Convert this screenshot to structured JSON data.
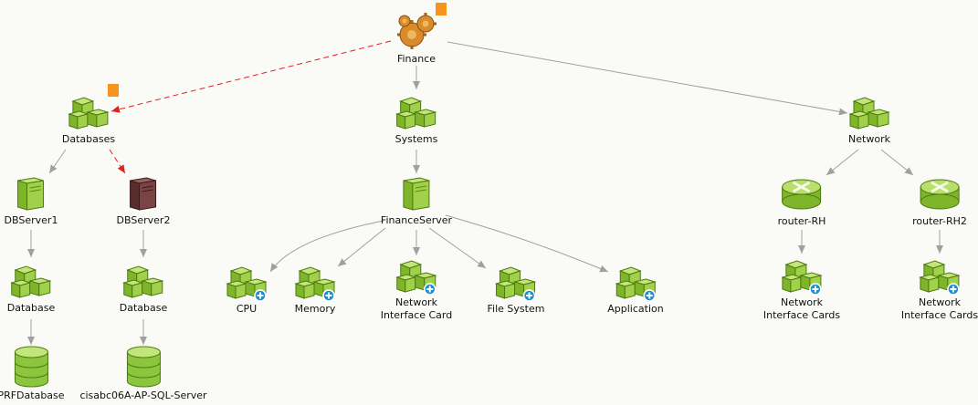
{
  "nodes": {
    "finance": {
      "label": "Finance",
      "icon": "gears-icon",
      "alarm": true
    },
    "databases": {
      "label": "Databases",
      "icon": "cubes-icon",
      "alarm": true
    },
    "systems": {
      "label": "Systems",
      "icon": "cubes-icon"
    },
    "network": {
      "label": "Network",
      "icon": "cubes-icon"
    },
    "dbserver1": {
      "label": "DBServer1",
      "icon": "server-icon"
    },
    "dbserver2": {
      "label": "DBServer2",
      "icon": "server-down-icon"
    },
    "financeserver": {
      "label": "FinanceServer",
      "icon": "server-icon"
    },
    "router_rh": {
      "label": "router-RH",
      "icon": "router-icon"
    },
    "router_rh2": {
      "label": "router-RH2",
      "icon": "router-icon"
    },
    "database1": {
      "label": "Database",
      "icon": "cubes-icon"
    },
    "database2": {
      "label": "Database",
      "icon": "cubes-icon"
    },
    "cpu": {
      "label": "CPU",
      "icon": "cubes-plus-icon"
    },
    "memory": {
      "label": "Memory",
      "icon": "cubes-plus-icon"
    },
    "nic": {
      "label1": "Network",
      "label2": "Interface Card",
      "icon": "cubes-plus-icon"
    },
    "filesystem": {
      "label": "File System",
      "icon": "cubes-plus-icon"
    },
    "application": {
      "label": "Application",
      "icon": "cubes-plus-icon"
    },
    "nics_rh": {
      "label1": "Network",
      "label2": "Interface Cards",
      "icon": "cubes-plus-icon"
    },
    "nics_rh2": {
      "label1": "Network",
      "label2": "Interface Cards",
      "icon": "cubes-plus-icon"
    },
    "prfdatabase": {
      "label": "PRFDatabase",
      "icon": "database-icon"
    },
    "sqlserver": {
      "label": "cisabc06A-AP-SQL-Server",
      "icon": "database-icon"
    }
  },
  "colors": {
    "green": "#8cc63f",
    "alarm_orange": "#f7941d",
    "alarm_red": "#e02020",
    "edge_gray": "#a0a0a0"
  }
}
